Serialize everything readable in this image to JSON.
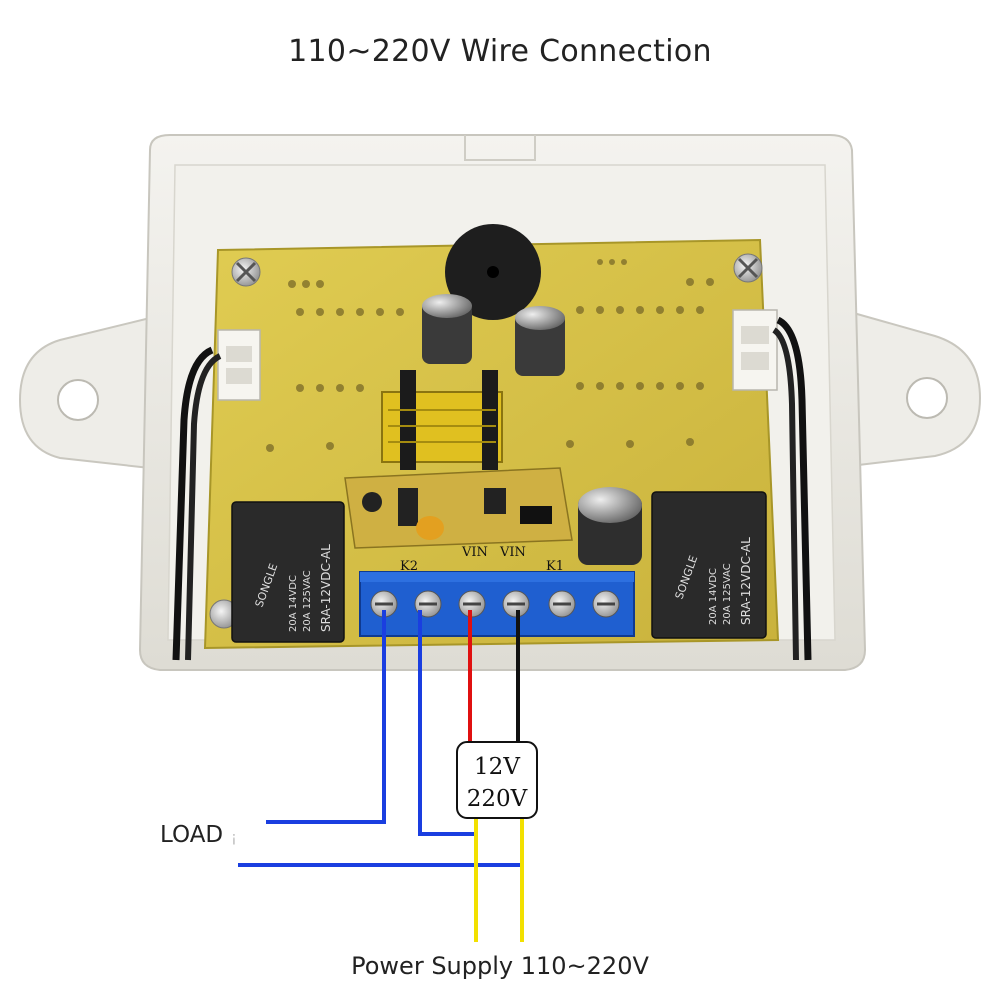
{
  "title": "110~220V Wire Connection",
  "footer": "Power Supply 110~220V",
  "load_label": "LOAD",
  "load_mark": "¡",
  "power_box": {
    "line1": "12V",
    "line2": "220V"
  },
  "terminal_labels": {
    "k2": "K2",
    "vin1": "VIN",
    "vin2": "VIN",
    "k1": "K1"
  },
  "relay": {
    "brand": "SONGLE",
    "spec1": "20A 14VDC",
    "spec2": "20A 125VAC",
    "model": "SRA-12VDC-AL"
  },
  "colors": {
    "wire_load": "#1a3ee0",
    "wire_positive": "#e01010",
    "wire_negative": "#111111",
    "wire_supply": "#f2e000",
    "pcb": "#d8c44a",
    "enclosure": "#ecebe6",
    "terminal_block": "#1f5fd0",
    "relay": "#2a2a2a"
  }
}
